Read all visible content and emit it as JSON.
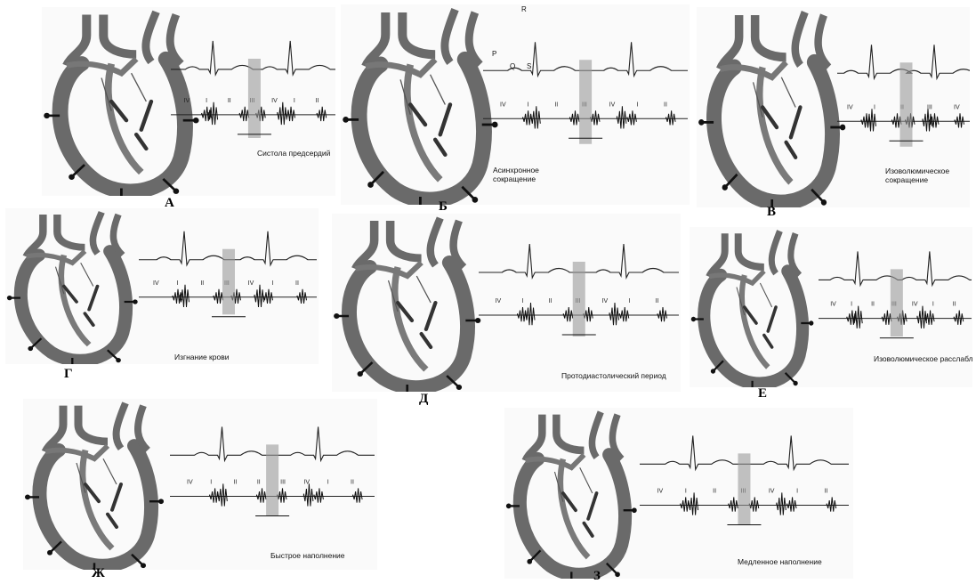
{
  "panels": [
    {
      "letter": "А",
      "caption": "Систола предсердий",
      "ecg": {
        "q": "",
        "r": "",
        "p": "",
        "s": ""
      },
      "snd": [
        "IV",
        "I",
        "II",
        "III",
        "IV",
        "I",
        "II"
      ]
    },
    {
      "letter": "Б",
      "caption": "Асинхронное сокращение",
      "ecg": {
        "r": "R",
        "p": "P",
        "q": "Q",
        "s": "S"
      },
      "snd": [
        "IV",
        "I",
        "II",
        "III",
        "IV",
        "I",
        "II"
      ]
    },
    {
      "letter": "В",
      "caption": "Изоволюмическое сокращение",
      "ecg": {
        "q": "",
        "r": "",
        "p": "",
        "s": ""
      },
      "snd": [
        "IV",
        "I",
        "II",
        "III",
        "IV"
      ]
    },
    {
      "letter": "Г",
      "caption": "Изгнание крови",
      "ecg": {
        "q": "",
        "r": "",
        "p": "",
        "s": ""
      },
      "snd": [
        "IV",
        "I",
        "II",
        "III",
        "IV",
        "I",
        "II"
      ]
    },
    {
      "letter": "Д",
      "caption": "Протодиастолический период",
      "ecg": {
        "q": "",
        "r": "",
        "p": "",
        "s": ""
      },
      "snd": [
        "IV",
        "I",
        "II",
        "III",
        "IV",
        "I",
        "II"
      ]
    },
    {
      "letter": "Е",
      "caption": "Изоволюмическое расслабление",
      "ecg": {
        "q": "",
        "r": "",
        "p": "",
        "s": ""
      },
      "snd": [
        "IV",
        "I",
        "II",
        "III",
        "IV",
        "I",
        "II"
      ]
    },
    {
      "letter": "Ж",
      "caption": "Быстрое наполнение",
      "ecg": {
        "q": "",
        "r": "",
        "p": "",
        "s": ""
      },
      "snd": [
        "IV",
        "I",
        "II",
        "II",
        "III",
        "IV",
        "I",
        "II"
      ]
    },
    {
      "letter": "З",
      "caption": "Медленное наполнение",
      "ecg": {
        "q": "",
        "r": "",
        "p": "",
        "s": ""
      },
      "snd": [
        "IV",
        "I",
        "II",
        "III",
        "IV",
        "I",
        "II"
      ]
    }
  ]
}
